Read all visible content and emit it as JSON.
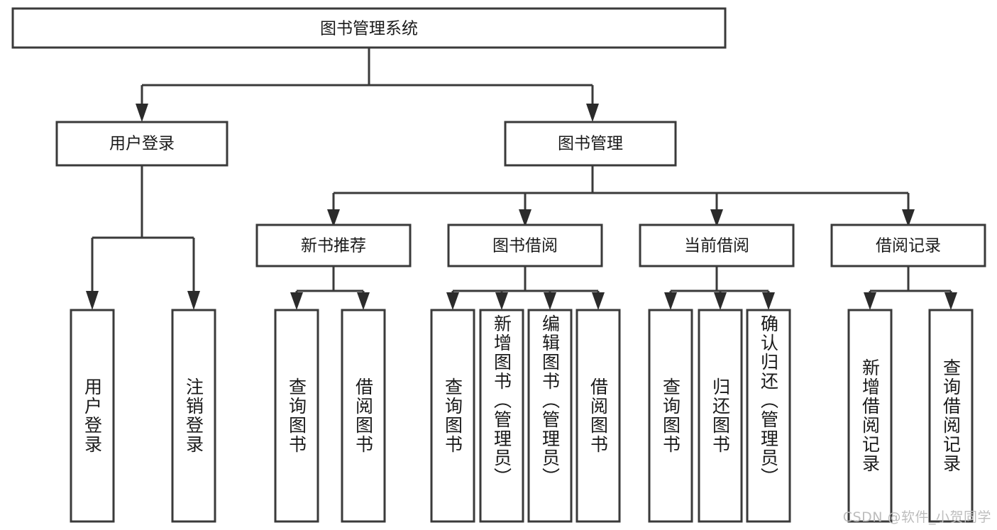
{
  "diagram": {
    "type": "tree-hierarchy",
    "title": "图书管理系统",
    "root": {
      "label": "图书管理系统",
      "orientation": "horizontal"
    },
    "level2": [
      {
        "label": "用户登录",
        "orientation": "horizontal"
      },
      {
        "label": "图书管理",
        "orientation": "horizontal"
      }
    ],
    "level3": [
      {
        "label": "新书推荐",
        "orientation": "horizontal"
      },
      {
        "label": "图书借阅",
        "orientation": "horizontal"
      },
      {
        "label": "当前借阅",
        "orientation": "horizontal"
      },
      {
        "label": "借阅记录",
        "orientation": "horizontal"
      }
    ],
    "leaves": {
      "user_login": [
        {
          "label": "用户登录",
          "orientation": "vertical"
        },
        {
          "label": "注销登录",
          "orientation": "vertical"
        }
      ],
      "new_book_recommend": [
        {
          "label": "查询图书",
          "orientation": "vertical"
        },
        {
          "label": "借阅图书",
          "orientation": "vertical"
        }
      ],
      "book_borrow": [
        {
          "label": "查询图书",
          "orientation": "vertical"
        },
        {
          "label": "新增图书（管理员）",
          "orientation": "vertical"
        },
        {
          "label": "编辑图书（管理员）",
          "orientation": "vertical"
        },
        {
          "label": "借阅图书",
          "orientation": "vertical"
        }
      ],
      "current_borrow": [
        {
          "label": "查询图书",
          "orientation": "vertical"
        },
        {
          "label": "归还图书",
          "orientation": "vertical"
        },
        {
          "label": "确认归还（管理员）",
          "orientation": "vertical"
        }
      ],
      "borrow_record": [
        {
          "label": "新增借阅记录",
          "orientation": "vertical"
        },
        {
          "label": "查询借阅记录",
          "orientation": "vertical"
        }
      ]
    }
  },
  "watermark": {
    "text": "CSDN @软件_小贺同学"
  },
  "colors": {
    "box_stroke": "#3a3a3a",
    "connector": "#3a3a3a",
    "text": "#1a1a1a",
    "background": "#ffffff",
    "watermark": "#bdbdbd"
  }
}
